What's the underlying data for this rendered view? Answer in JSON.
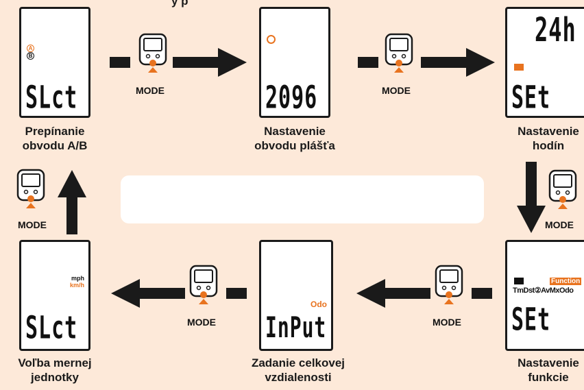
{
  "header": {
    "title_fragment": "y p"
  },
  "mode_label": "MODE",
  "screens": {
    "ab": {
      "display": "SLct",
      "badges": [
        "A",
        "B"
      ]
    },
    "circ": {
      "display": "2096"
    },
    "clock": {
      "display": "SEt",
      "top": "24h"
    },
    "func": {
      "display": "SEt",
      "function_badge": "Function",
      "function_row": "TmDst②AvMxOdo"
    },
    "odo": {
      "display": "InPut",
      "label": "Odo"
    },
    "unit": {
      "display": "SLct",
      "units": [
        "mph",
        "km/h"
      ]
    }
  },
  "captions": {
    "ab": [
      "Prepínanie",
      "obvodu A/B"
    ],
    "circ": [
      "Nastavenie",
      "obvodu plášťa"
    ],
    "clock": [
      "Nastavenie",
      "hodín"
    ],
    "func": [
      "Nastavenie",
      "funkcie"
    ],
    "odo": [
      "Zadanie celkovej",
      "vzdialenosti"
    ],
    "unit": [
      "Voľba mernej",
      "jednotky"
    ]
  },
  "colors": {
    "accent": "#e8731f",
    "background": "#fde9d9",
    "arrow": "#1a1a1a"
  }
}
